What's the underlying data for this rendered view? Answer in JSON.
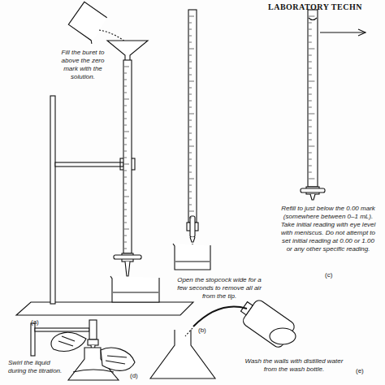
{
  "diagram": {
    "labels": [
      "LABORATORY TECHN",
      "Fill the buret to above the zero mark with the solution.",
      "(a)",
      "Open the stopcock wide for a few seconds to remove all air from the tip.",
      "(b)",
      "Refill to just below the 0.00 mark (somewhere between 0–1 mL). Take initial reading with eye level with meniscus. Do not attempt to set initial reading at 0.00 or 1.00 or any other specific reading.",
      "(c)",
      "Swirl the liquid during the titration.",
      "(d)",
      "Wash the walls with distilled water from the wash bottle.",
      "(e)"
    ]
  }
}
